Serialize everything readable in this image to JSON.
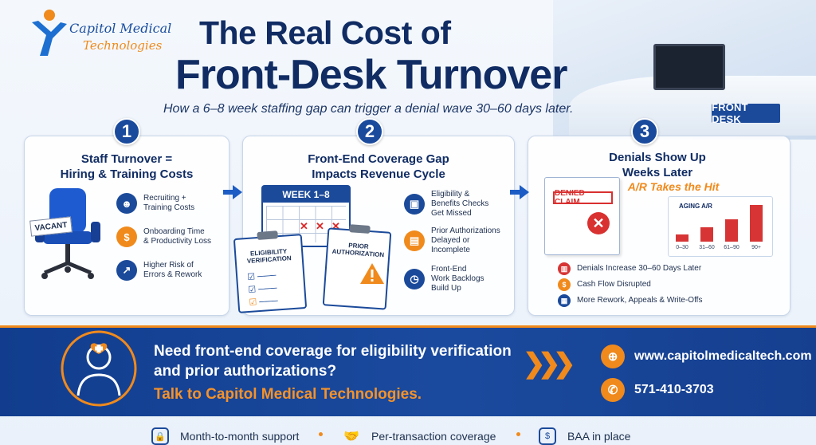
{
  "brand": {
    "name_line1": "Capitol Medical",
    "name_line2": "Technologies"
  },
  "header": {
    "title_line1": "The Real Cost of",
    "title_line2": "Front-Desk Turnover",
    "subtitle": "How a 6–8 week staffing gap can trigger a denial wave 30–60 days later.",
    "sign": "FRONT DESK"
  },
  "steps": [
    {
      "number": "1",
      "title": "Staff Turnover =\nHiring & Training Costs",
      "illustration_label": "VACANT",
      "items": [
        {
          "icon": "people-icon",
          "text": "Recruiting +\nTraining Costs",
          "color": "#1b4a9a"
        },
        {
          "icon": "dollar-icon",
          "text": "Onboarding Time\n& Productivity Loss",
          "color": "#f08a1c"
        },
        {
          "icon": "chart-icon",
          "text": "Higher Risk of\nErrors & Rework",
          "color": "#1b4a9a"
        }
      ]
    },
    {
      "number": "2",
      "title": "Front-End Coverage Gap\nImpacts Revenue Cycle",
      "calendar_label": "WEEK 1–8",
      "clipboard1": "ELIGIBILITY\nVERIFICATION",
      "clipboard2": "PRIOR\nAUTHORIZATION",
      "items": [
        {
          "icon": "id-card-icon",
          "text": "Eligibility &\nBenefits Checks\nGet Missed",
          "color": "#1b4a9a"
        },
        {
          "icon": "document-icon",
          "text": "Prior Authorizations\nDelayed or\nIncomplete",
          "color": "#f08a1c"
        },
        {
          "icon": "clock-icon",
          "text": "Front-End\nWork Backlogs\nBuild Up",
          "color": "#1b4a9a"
        }
      ]
    },
    {
      "number": "3",
      "title": "Denials Show Up\nWeeks Later",
      "highlight": "A/R Takes the Hit",
      "denied_label": "DENIED CLAIM",
      "aging_title": "AGING A/R",
      "items": [
        {
          "icon": "bar-chart-icon",
          "text": "Denials Increase 30–60 Days Later",
          "color": "#d73535"
        },
        {
          "icon": "dollar-icon",
          "text": "Cash Flow Disrupted",
          "color": "#f08a1c"
        },
        {
          "icon": "calendar-icon",
          "text": "More Rework, Appeals & Write-Offs",
          "color": "#1b4a9a"
        }
      ]
    }
  ],
  "chart_data": {
    "type": "bar",
    "title": "AGING A/R",
    "categories": [
      "0–30",
      "31–60",
      "61–90",
      "90+"
    ],
    "values": [
      1,
      2,
      3,
      5
    ],
    "color": "#d73535"
  },
  "cta": {
    "line1": "Need front-end coverage for eligibility verification",
    "line2": "and prior authorizations?",
    "line3": "Talk to Capitol Medical Technologies.",
    "website": "www.capitolmedicaltech.com",
    "phone": "571-410-3703"
  },
  "footer": [
    {
      "icon": "lock-shield-icon",
      "text": "Month-to-month support"
    },
    {
      "icon": "handshake-icon",
      "text": "Per-transaction coverage"
    },
    {
      "icon": "dollar-shield-icon",
      "text": "BAA in place"
    }
  ],
  "colors": {
    "navy": "#102c63",
    "blue": "#1b4a9a",
    "orange": "#f08a1c",
    "red": "#d73535"
  }
}
